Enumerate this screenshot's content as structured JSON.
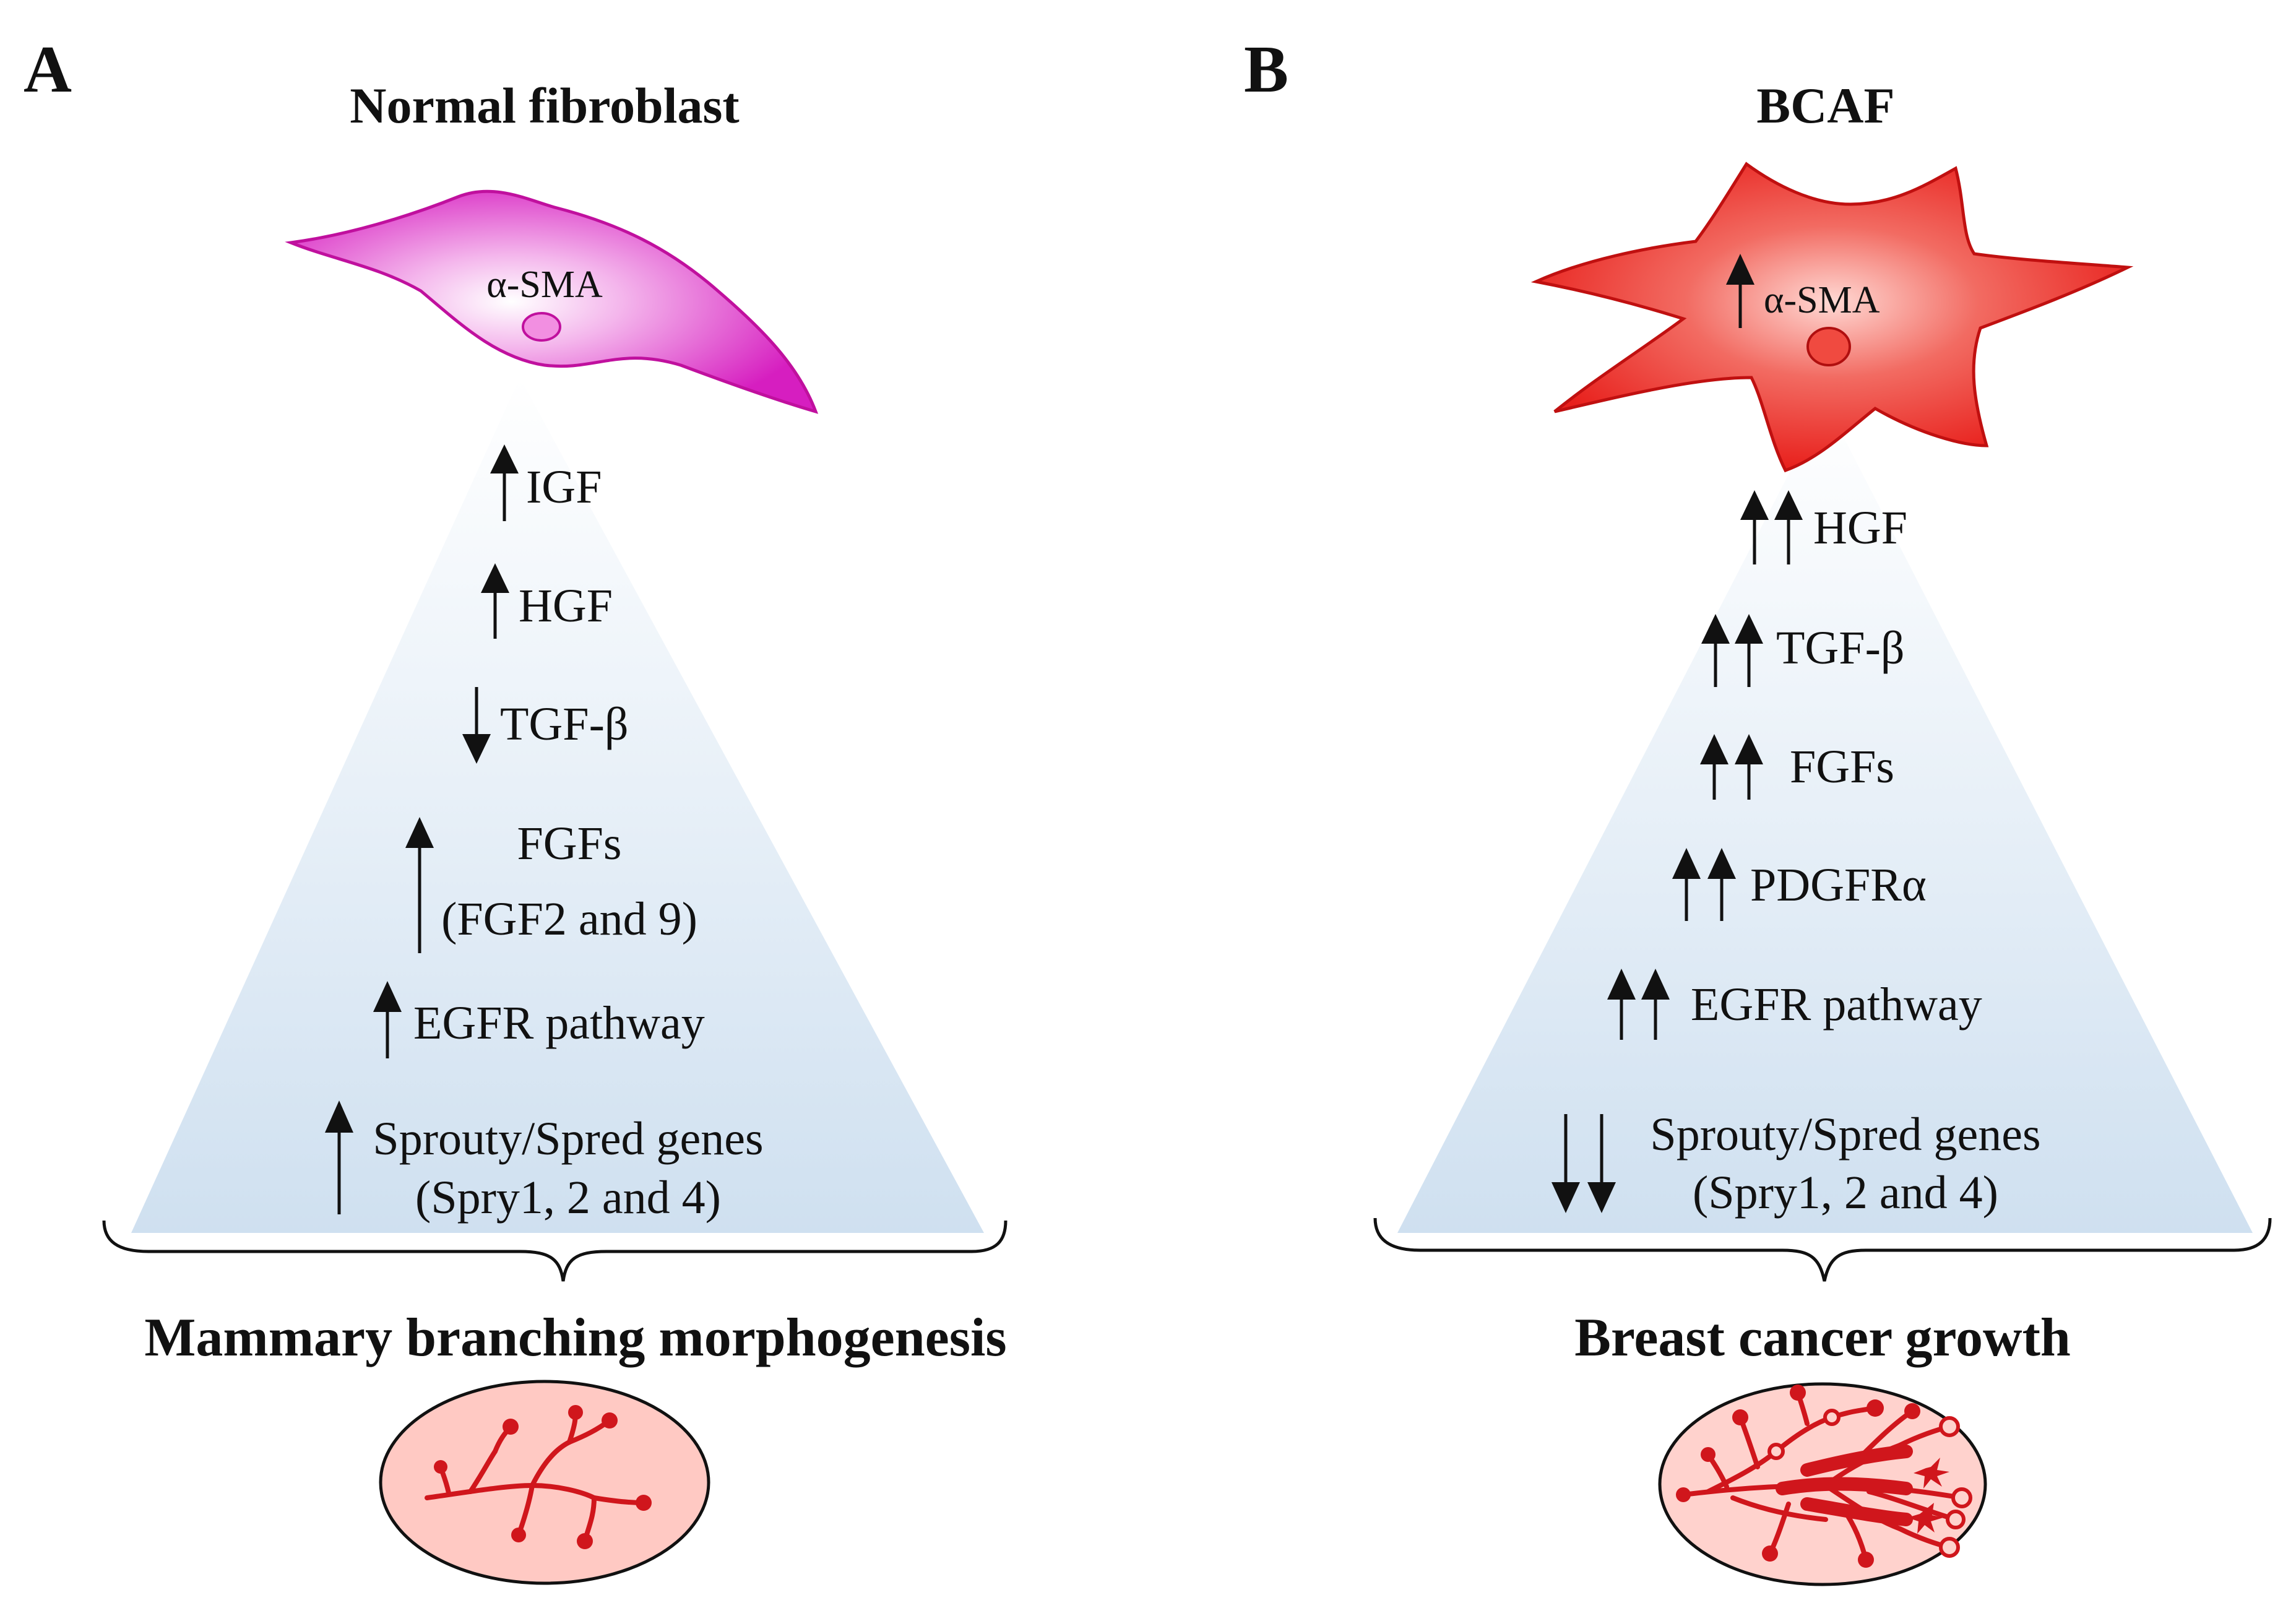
{
  "panel_a": {
    "letter": "A",
    "title": "Normal fibroblast",
    "cell_marker": "α-SMA",
    "factors": [
      {
        "arrow": "up",
        "count": 1,
        "lines": [
          "IGF"
        ]
      },
      {
        "arrow": "up",
        "count": 1,
        "lines": [
          "HGF"
        ]
      },
      {
        "arrow": "down",
        "count": 1,
        "lines": [
          "TGF-β"
        ]
      },
      {
        "arrow": "up",
        "count": 1,
        "lines": [
          "FGFs",
          "(FGF2 and 9)"
        ]
      },
      {
        "arrow": "up",
        "count": 1,
        "lines": [
          "EGFR pathway"
        ]
      },
      {
        "arrow": "up",
        "count": 1,
        "lines": [
          "Sprouty/Spred genes",
          "(Spry1, 2 and 4)"
        ]
      }
    ],
    "outcome": "Mammary branching morphogenesis"
  },
  "panel_b": {
    "letter": "B",
    "title": "BCAF",
    "cell_marker": "α-SMA",
    "cell_marker_arrow": "up",
    "factors": [
      {
        "arrow": "up",
        "count": 2,
        "lines": [
          "HGF"
        ]
      },
      {
        "arrow": "up",
        "count": 2,
        "lines": [
          "TGF-β"
        ]
      },
      {
        "arrow": "up",
        "count": 2,
        "lines": [
          "FGFs"
        ]
      },
      {
        "arrow": "up",
        "count": 2,
        "lines": [
          "PDGFRα"
        ]
      },
      {
        "arrow": "up",
        "count": 2,
        "lines": [
          "EGFR pathway"
        ]
      },
      {
        "arrow": "down",
        "count": 2,
        "lines": [
          "Sprouty/Spred genes",
          "(Spry1, 2 and 4)"
        ]
      }
    ],
    "outcome": "Breast cancer growth"
  },
  "colors": {
    "normal_cell": "#d61ec0",
    "normal_cell_light": "#f7c2ef",
    "bcaf_cell": "#e8201c",
    "bcaf_cell_light": "#ffd4d0",
    "triangle_top": "#ffffff",
    "triangle_bottom": "#cfe0f0",
    "tissue_fill": "#ffc9c3",
    "branch": "#d0161c"
  }
}
